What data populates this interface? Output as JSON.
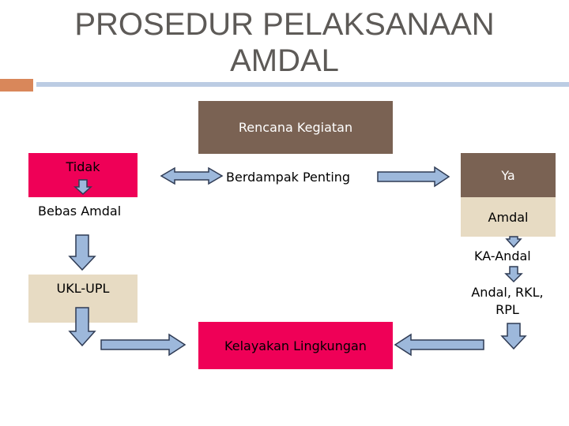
{
  "title": {
    "line1": "PROSEDUR PELAKSANAAN",
    "line2": "AMDAL"
  },
  "nodes": {
    "rencana": "Rencana Kegiatan",
    "tidak": "Tidak",
    "berdampak": "Berdampak Penting",
    "ya": "Ya",
    "bebas": "Bebas Amdal",
    "amdal": "Amdal",
    "ka_andal": "KA-Andal",
    "ukl_upl": "UKL-UPL",
    "andal_rkl_rpl": "Andal, RKL, RPL",
    "kelayakan": "Kelayakan Lingkungan"
  },
  "colors": {
    "brown": "#7a6253",
    "pink": "#ef0057",
    "beige": "#e7dbc3",
    "arrow_fill": "#9db8db",
    "arrow_stroke": "#2f3b54",
    "title": "#5d5a57",
    "accent_orange": "#d9875a",
    "accent_blue": "#bccce3"
  }
}
